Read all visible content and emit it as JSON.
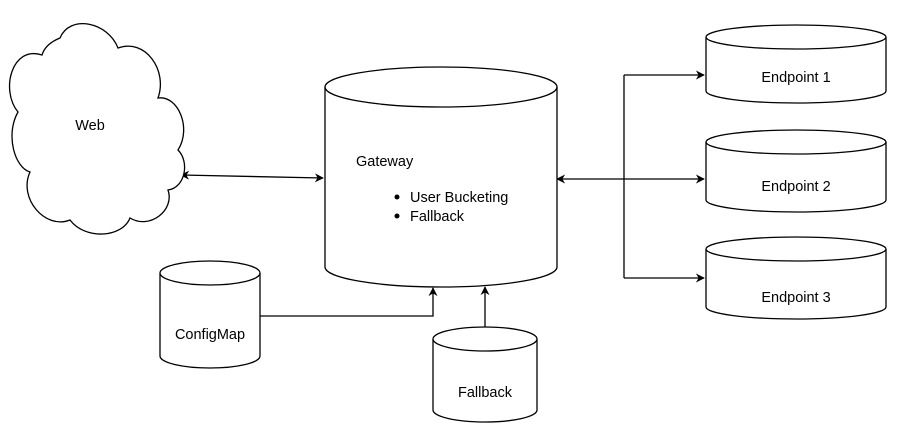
{
  "nodes": {
    "web": {
      "label": "Web"
    },
    "gateway": {
      "label": "Gateway",
      "bullets": [
        "User Bucketing",
        "Fallback"
      ]
    },
    "endpoint1": {
      "label": "Endpoint 1"
    },
    "endpoint2": {
      "label": "Endpoint 2"
    },
    "endpoint3": {
      "label": "Endpoint 3"
    },
    "configmap": {
      "label": "ConfigMap"
    },
    "fallback": {
      "label": "Fallback"
    }
  },
  "edges": [
    {
      "from": "web",
      "to": "gateway",
      "direction": "both"
    },
    {
      "from": "gateway",
      "to": "endpoint1",
      "direction": "both"
    },
    {
      "from": "gateway",
      "to": "endpoint2",
      "direction": "both"
    },
    {
      "from": "gateway",
      "to": "endpoint3",
      "direction": "both"
    },
    {
      "from": "configmap",
      "to": "gateway",
      "direction": "forward"
    },
    {
      "from": "fallback",
      "to": "gateway",
      "direction": "forward"
    }
  ],
  "colors": {
    "stroke": "#000000",
    "fill": "#ffffff",
    "text": "#000000"
  }
}
